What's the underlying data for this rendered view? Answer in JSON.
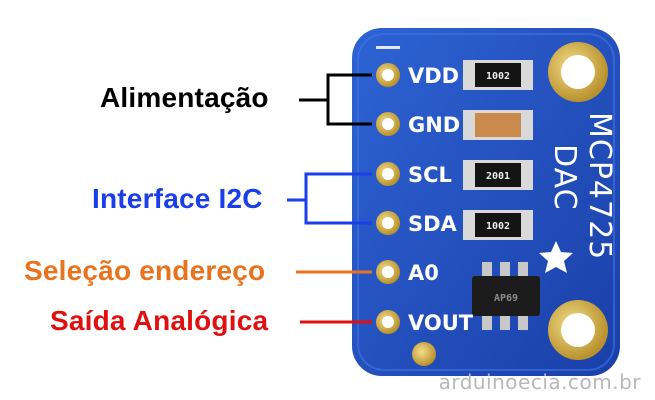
{
  "labels": {
    "power": "Alimentação",
    "i2c": "Interface I2C",
    "address": "Seleção endereço",
    "output": "Saída Analógica"
  },
  "pins": {
    "vdd": "VDD",
    "gnd": "GND",
    "scl": "SCL",
    "sda": "SDA",
    "a0": "A0",
    "vout": "VOUT"
  },
  "board": {
    "silkscreen_name": "MCP4725",
    "silkscreen_type": "DAC",
    "resistor_1": "1002",
    "resistor_2": "2001",
    "resistor_3": "1002",
    "chip_marking": "AP69"
  },
  "watermark": "arduinoecia.com.br",
  "colors": {
    "power": "#000000",
    "i2c": "#1a3ee8",
    "address": "#e8731e",
    "output": "#e01010",
    "board": "#1f4fbf"
  }
}
